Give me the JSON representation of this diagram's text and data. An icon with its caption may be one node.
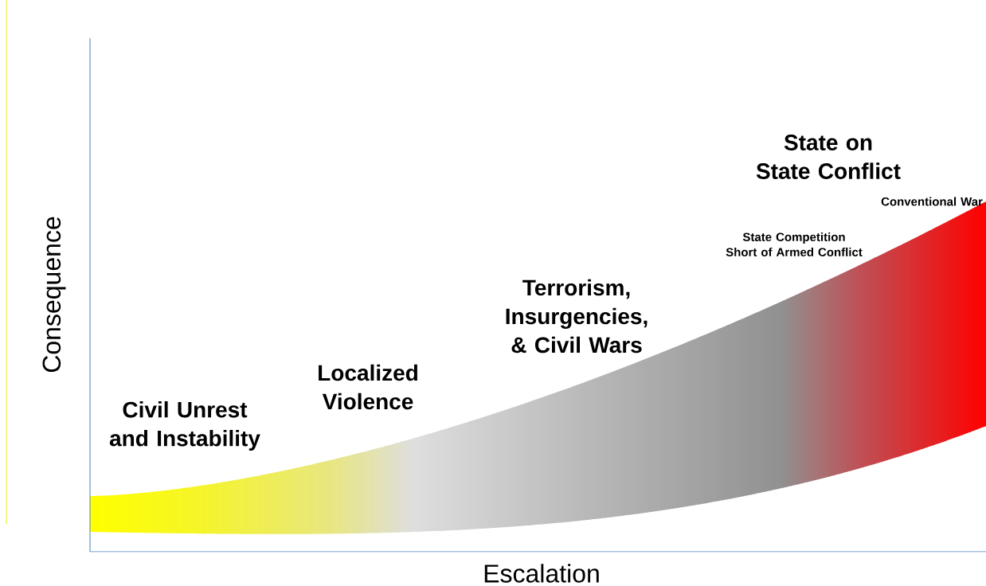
{
  "diagram": {
    "labels": [
      "State on State Conflict",
      "Conventional War",
      "State Competition Short of Armed Conflict",
      "Terrorism, Insurgencies, & Civil Wars",
      "Localized Violence",
      "Civil Unrest and Instability",
      "Consequence",
      "Escalation"
    ]
  }
}
